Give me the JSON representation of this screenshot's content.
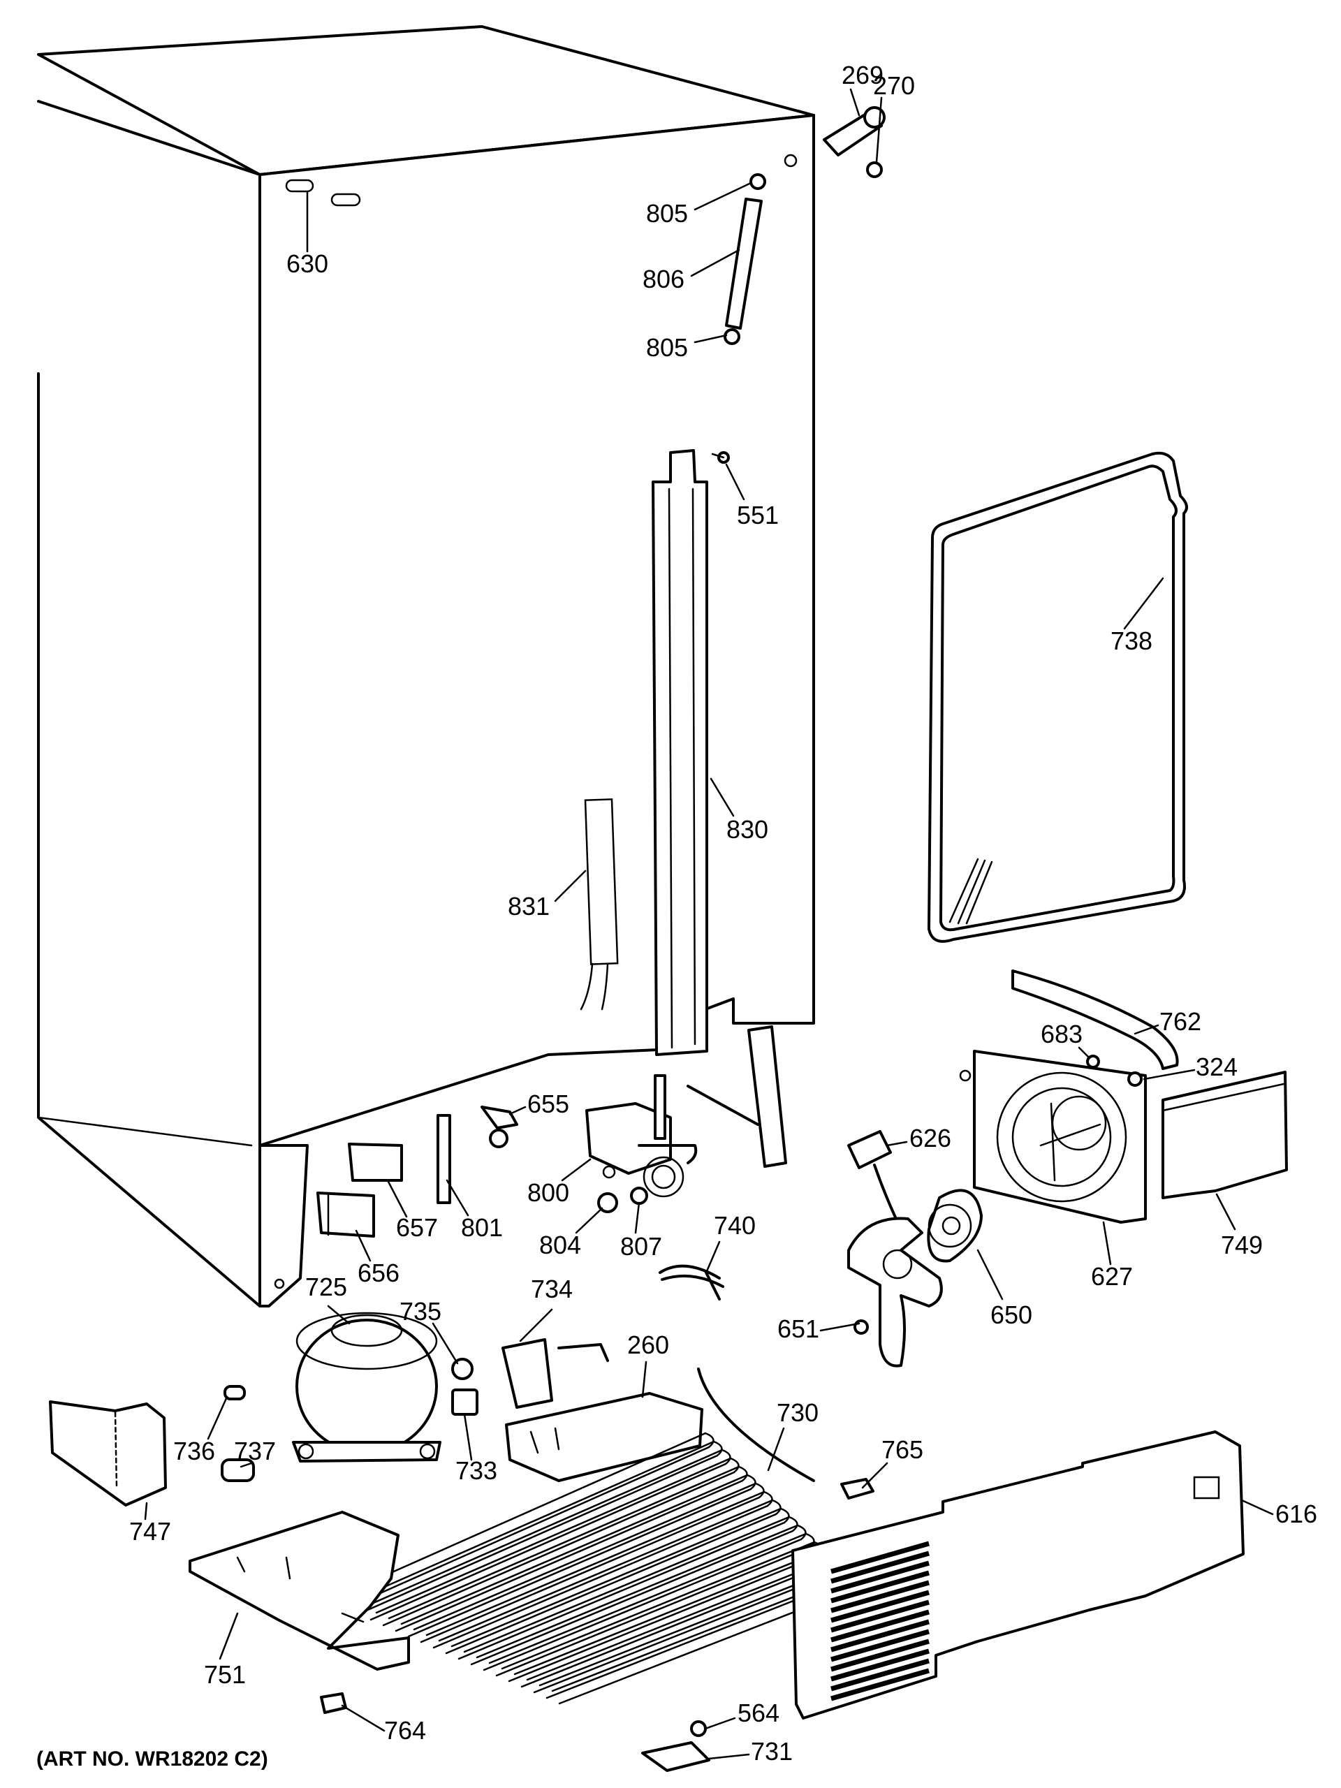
{
  "caption": "(ART NO. WR18202 C2)",
  "callouts": [
    {
      "id": "269",
      "label": "269"
    },
    {
      "id": "270",
      "label": "270"
    },
    {
      "id": "630",
      "label": "630"
    },
    {
      "id": "805a",
      "label": "805"
    },
    {
      "id": "806",
      "label": "806"
    },
    {
      "id": "805b",
      "label": "805"
    },
    {
      "id": "551",
      "label": "551"
    },
    {
      "id": "738",
      "label": "738"
    },
    {
      "id": "830",
      "label": "830"
    },
    {
      "id": "831",
      "label": "831"
    },
    {
      "id": "762",
      "label": "762"
    },
    {
      "id": "683",
      "label": "683"
    },
    {
      "id": "324",
      "label": "324"
    },
    {
      "id": "655",
      "label": "655"
    },
    {
      "id": "626",
      "label": "626"
    },
    {
      "id": "657",
      "label": "657"
    },
    {
      "id": "801",
      "label": "801"
    },
    {
      "id": "800",
      "label": "800"
    },
    {
      "id": "656",
      "label": "656"
    },
    {
      "id": "804",
      "label": "804"
    },
    {
      "id": "807",
      "label": "807"
    },
    {
      "id": "740",
      "label": "740"
    },
    {
      "id": "749",
      "label": "749"
    },
    {
      "id": "627",
      "label": "627"
    },
    {
      "id": "650",
      "label": "650"
    },
    {
      "id": "725",
      "label": "725"
    },
    {
      "id": "735",
      "label": "735"
    },
    {
      "id": "734",
      "label": "734"
    },
    {
      "id": "651",
      "label": "651"
    },
    {
      "id": "260",
      "label": "260"
    },
    {
      "id": "736",
      "label": "736"
    },
    {
      "id": "737",
      "label": "737"
    },
    {
      "id": "733",
      "label": "733"
    },
    {
      "id": "730",
      "label": "730"
    },
    {
      "id": "765",
      "label": "765"
    },
    {
      "id": "747",
      "label": "747"
    },
    {
      "id": "616",
      "label": "616"
    },
    {
      "id": "751",
      "label": "751"
    },
    {
      "id": "564",
      "label": "564"
    },
    {
      "id": "764",
      "label": "764"
    },
    {
      "id": "731",
      "label": "731"
    }
  ]
}
